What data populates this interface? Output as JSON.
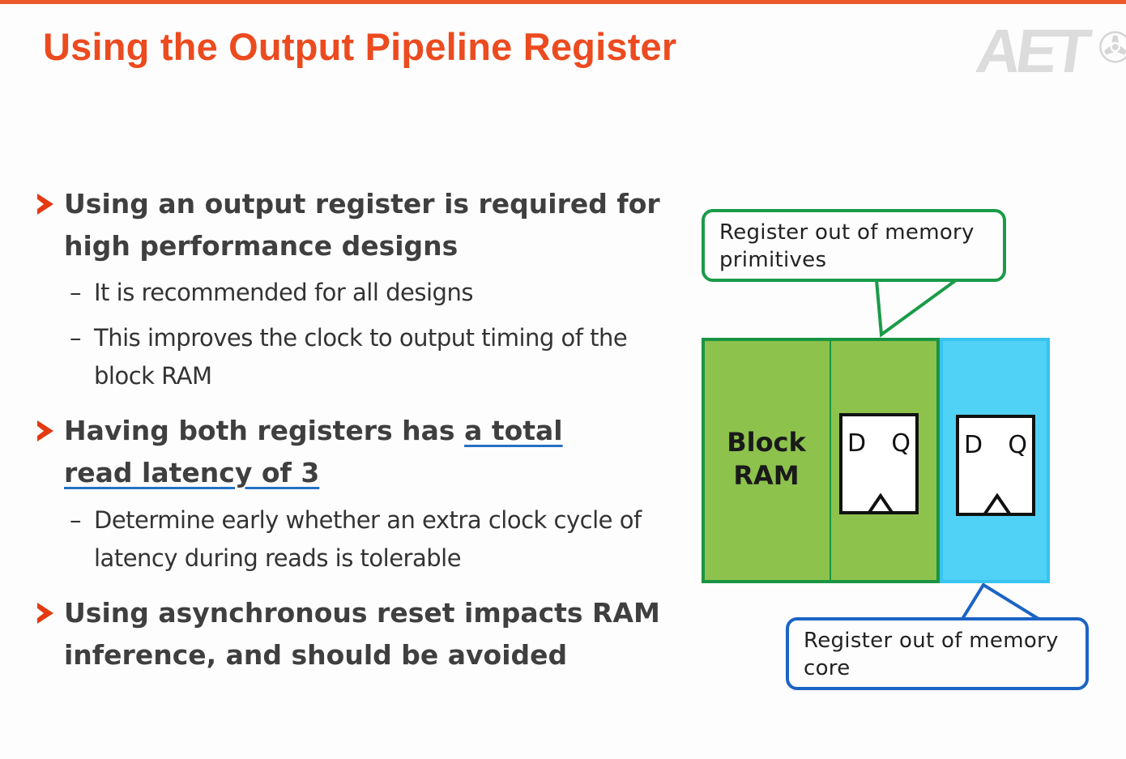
{
  "title": "Using the Output Pipeline Register",
  "logo_text": "AET",
  "bullets": [
    {
      "text": "Using an output register is required for high performance designs",
      "subs": [
        "It is recommended for all designs",
        "This improves the clock to output timing of the block RAM"
      ]
    },
    {
      "text_plain": "Having both registers has ",
      "text_link": "a total read latency of 3",
      "subs": [
        "Determine early whether an extra clock cycle of latency during reads is tolerable"
      ]
    },
    {
      "text": "Using asynchronous reset impacts RAM inference, and should be avoided",
      "subs": []
    }
  ],
  "sub_dash": "–",
  "diagram": {
    "callout_top": "Register out of memory primitives",
    "callout_bottom": "Register out of memory core",
    "ram_label": "Block RAM",
    "ff_d": "D",
    "ff_q": "Q",
    "colors": {
      "ram": "#8dc24d",
      "core": "#4fd2f5",
      "green_outline": "#1a9442",
      "blue_outline": "#1b64c4"
    }
  }
}
